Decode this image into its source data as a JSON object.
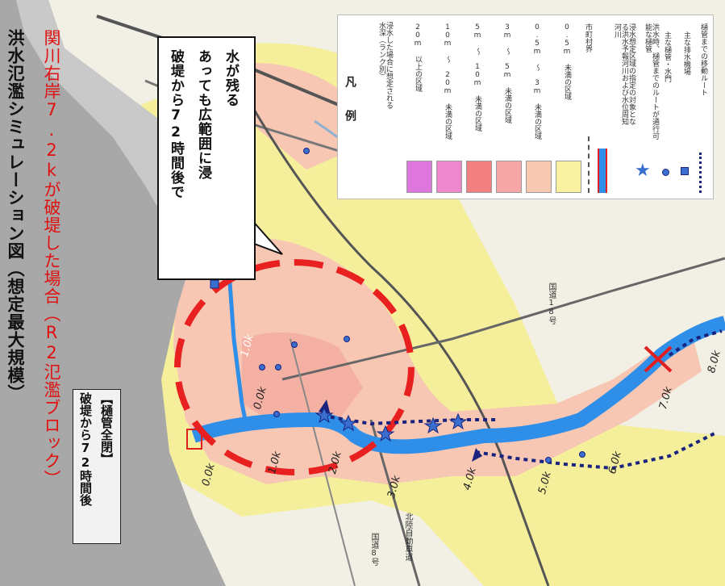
{
  "title": "洪水氾濫シミュレーション図（想定最大規模）",
  "subtitle": "関川右岸7.2kが破堤した場合（R2氾濫ブロック）",
  "status": {
    "line1": "破堤から72時間後",
    "line2": "【樋管全閉】"
  },
  "callout": {
    "line1": "破堤から72時間後で",
    "line2": "あっても広範囲に浸",
    "line3": "水が残る"
  },
  "legend": {
    "title": "凡 例",
    "depth_header": "浸水した場合に想定される水深（ランク別）",
    "depth_classes": [
      {
        "label": "20m 以上の区域",
        "color": "#dd77dd"
      },
      {
        "label": "10m ～ 20m 未満の区域",
        "color": "#ee88cc"
      },
      {
        "label": "5m ～ 10m 未満の区域",
        "color": "#f28080"
      },
      {
        "label": "3m ～ 5m 未満の区域",
        "color": "#f6a6a6"
      },
      {
        "label": "0.5m ～ 3m 未満の区域",
        "color": "#f8c9b2"
      },
      {
        "label": "0.5m 未満の区域",
        "color": "#f7f1a0"
      }
    ],
    "boundary_label": "市町村界",
    "river_label": "浸水想定区域の指定の対象となる洪水予報河川および水位周知河川",
    "gate_label": "洪水時、樋管までのルートが通行可能な樋管",
    "sluice_label": "主な樋管・水門",
    "pump_label": "主な排水機場",
    "route_label": "樋管までの移動ルート"
  },
  "map_labels": {
    "road18": "国道18号",
    "kp": [
      "0.0k",
      "1.0k",
      "0.0k",
      "1.0k",
      "2.0k",
      "3.0k",
      "4.0k",
      "5.0k",
      "6.0k",
      "7.0k",
      "8.0k"
    ],
    "road8": "国道8号",
    "highway": "北陸自動車道"
  },
  "colors": {
    "river": "#2f8fe8",
    "breach": "#e02020",
    "route": "#1a237e",
    "sea": "#9e9e9e"
  }
}
